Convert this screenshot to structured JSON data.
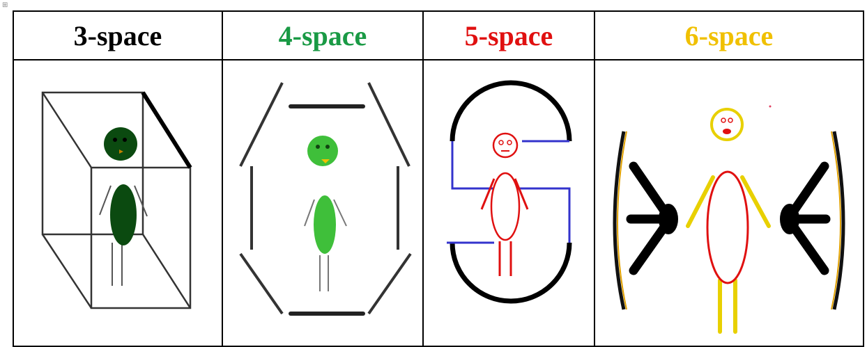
{
  "panels": [
    {
      "label": "3-space",
      "color": "#000000",
      "figure_color": "#0b4a10"
    },
    {
      "label": "4-space",
      "color": "#1a9a45",
      "figure_color": "#3fbf3a"
    },
    {
      "label": "5-space",
      "color": "#e01010",
      "figure_color": "#e01010"
    },
    {
      "label": "6-space",
      "color": "#f0c000",
      "figure_color": "#e8d000"
    }
  ]
}
